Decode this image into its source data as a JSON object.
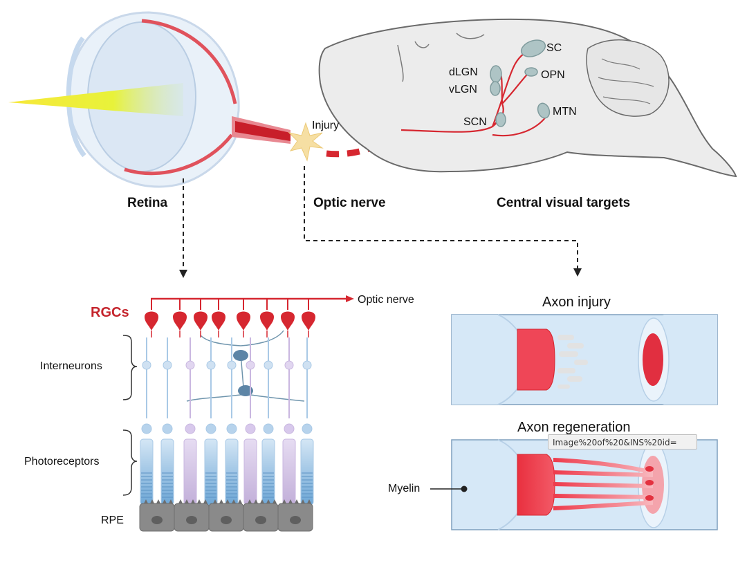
{
  "labels": {
    "injury": "Injury",
    "retina": "Retina",
    "optic_nerve": "Optic nerve",
    "central_targets": "Central visual targets",
    "brain_targets": {
      "sc": "SC",
      "opn": "OPN",
      "dlgn": "dLGN",
      "vlgn": "vLGN",
      "scn": "SCN",
      "mtn": "MTN"
    },
    "rgcs": "RGCs",
    "optic_nerve_arrow": "Optic nerve",
    "interneurons": "Interneurons",
    "photoreceptors": "Photoreceptors",
    "rpe": "RPE",
    "axon_injury": "Axon injury",
    "axon_regeneration": "Axon regeneration",
    "myelin": "Myelin"
  },
  "tooltip": {
    "text": "Image%20of%20&INS%20id="
  },
  "colors": {
    "axon_red": "#d62730",
    "axon_bright": "#ef4657",
    "myelin_blue": "#d6e8f7",
    "rpe_gray": "#8a8a8a",
    "brain_gray": "#ececec",
    "nucleus_teal": "#a9c0c2"
  }
}
